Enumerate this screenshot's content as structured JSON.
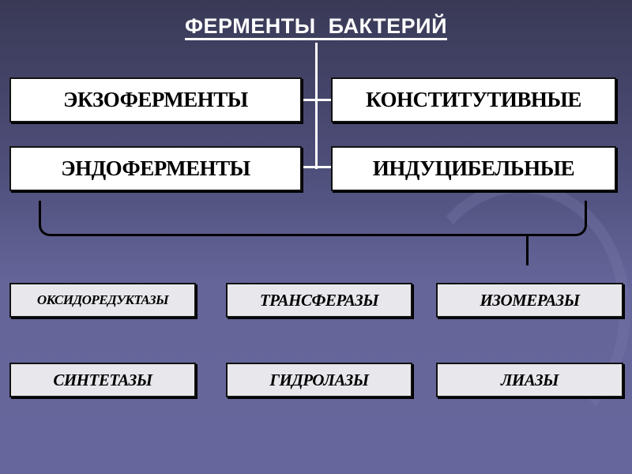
{
  "title": "ФЕРМЕНТЫ  БАКТЕРИЙ",
  "top_boxes": [
    "ЭКЗОФЕРМЕНТЫ",
    "КОНСТИТУТИВНЫЕ",
    "ЭНДОФЕРМЕНТЫ",
    "ИНДУЦИБЕЛЬНЫЕ"
  ],
  "classes": [
    "ОКСИДОРЕДУКТАЗЫ",
    "ТРАНСФЕРАЗЫ",
    "ИЗОМЕРАЗЫ",
    "СИНТЕТАЗЫ",
    "ГИДРОЛАЗЫ",
    "ЛИАЗЫ"
  ]
}
